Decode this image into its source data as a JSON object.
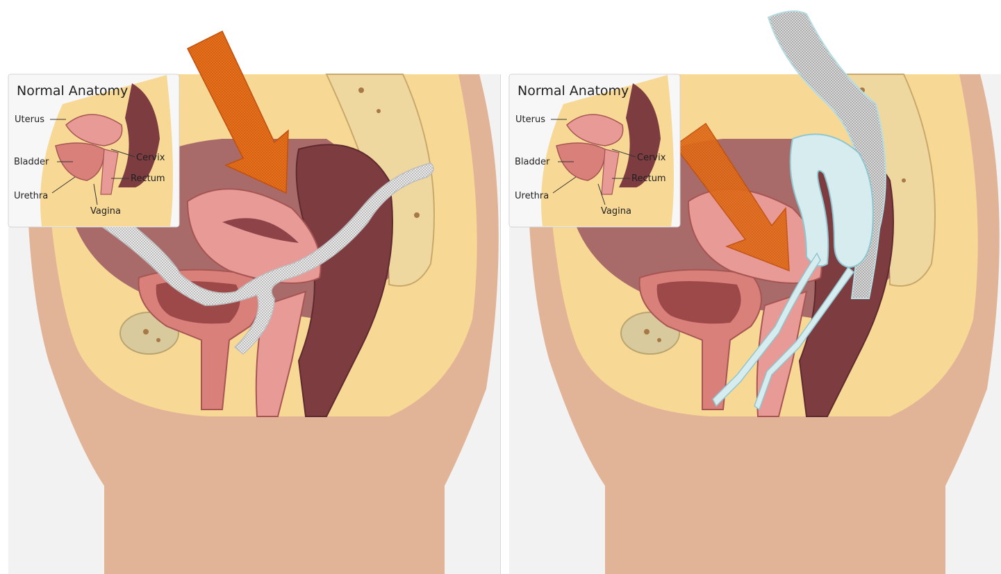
{
  "panels": [
    {
      "inset": {
        "title": "Normal Anatomy",
        "labels": {
          "uterus": "Uterus",
          "cervix": "Cervix",
          "bladder": "Bladder",
          "rectum": "Rectum",
          "urethra": "Urethra",
          "vagina": "Vagina"
        }
      }
    },
    {
      "inset": {
        "title": "Normal Anatomy",
        "labels": {
          "uterus": "Uterus",
          "cervix": "Cervix",
          "bladder": "Bladder",
          "rectum": "Rectum",
          "urethra": "Urethra",
          "vagina": "Vagina"
        }
      }
    }
  ],
  "colors": {
    "background": "#f2f2f2",
    "skin": "#e2b497",
    "fat": "#f7d895",
    "muscle_tissue": "#9e5f5e",
    "uterus": "#e79a96",
    "rectum_dark": "#7d3c40",
    "bladder": "#d9807b",
    "arrow": "#e8711c",
    "mesh_white": "#eeeeee",
    "mesh_blue": "#d7ecef"
  }
}
